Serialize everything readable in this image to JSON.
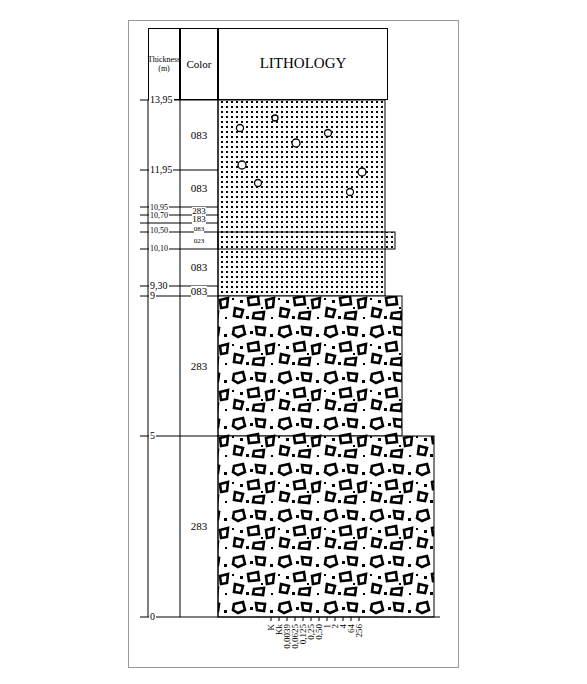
{
  "diagram": {
    "nodes": [
      {
        "text": [
          "Thickness (m)"
        ]
      },
      {
        "text": [
          "Color"
        ]
      },
      {
        "text": [
          "LITHOLOGY"
        ]
      }
    ],
    "labels": [
      "13,95",
      "11,95",
      "10,95",
      "10,70",
      "10,50",
      "10,10",
      "9,30",
      "9",
      "5",
      "0",
      "083",
      "083",
      "283",
      "183",
      "083",
      "023",
      "083",
      "083",
      "283",
      "283",
      "K",
      "Kk",
      "0,0039",
      "0,0625",
      "0,125",
      "0,25",
      "0,50",
      "1",
      "2",
      "4",
      "64",
      "256"
    ]
  }
}
